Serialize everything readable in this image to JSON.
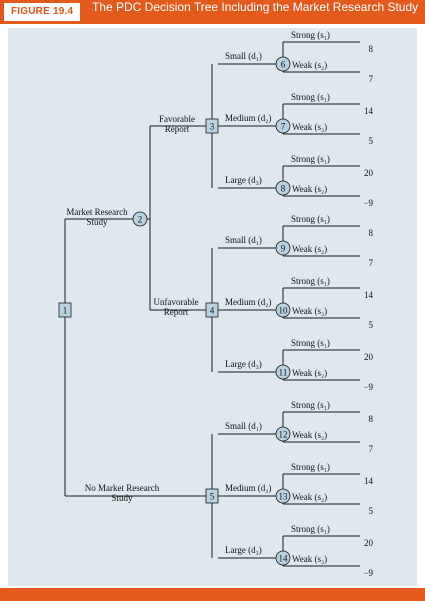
{
  "figure": {
    "label": "FIGURE 19.4",
    "title": "The PDC Decision Tree Including the Market Research Study"
  },
  "tree": {
    "root": {
      "id": "1",
      "type": "decision"
    },
    "branches": [
      {
        "label_lines": [
          "Market Research",
          "Study"
        ],
        "chance_node": "2"
      },
      {
        "label_lines": [
          "No Market Research",
          "Study"
        ],
        "decision_node": "5"
      }
    ],
    "outcomes": [
      {
        "label_lines": [
          "Favorable",
          "Report"
        ],
        "decision_node": "3"
      },
      {
        "label_lines": [
          "Unfavorable",
          "Report"
        ],
        "decision_node": "4"
      }
    ],
    "decisions": [
      {
        "node": "3",
        "alternatives": [
          {
            "label": "Small (d₁)",
            "chance_node": "6",
            "strong": {
              "label": "Strong (s₁)",
              "payoff": "8"
            },
            "weak": {
              "label": "Weak (s₂)",
              "payoff": "7"
            }
          },
          {
            "label": "Medium (d₂)",
            "chance_node": "7",
            "strong": {
              "label": "Strong (s₁)",
              "payoff": "14"
            },
            "weak": {
              "label": "Weak (s₂)",
              "payoff": "5"
            }
          },
          {
            "label": "Large (d₃)",
            "chance_node": "8",
            "strong": {
              "label": "Strong (s₁)",
              "payoff": "20"
            },
            "weak": {
              "label": "Weak (s₂)",
              "payoff": "−9"
            }
          }
        ]
      },
      {
        "node": "4",
        "alternatives": [
          {
            "label": "Small (d₁)",
            "chance_node": "9",
            "strong": {
              "label": "Strong (s₁)",
              "payoff": "8"
            },
            "weak": {
              "label": "Weak (s₂)",
              "payoff": "7"
            }
          },
          {
            "label": "Medium (d₂)",
            "chance_node": "10",
            "strong": {
              "label": "Strong (s₁)",
              "payoff": "14"
            },
            "weak": {
              "label": "Weak (s₂)",
              "payoff": "5"
            }
          },
          {
            "label": "Large (d₃)",
            "chance_node": "11",
            "strong": {
              "label": "Strong (s₁)",
              "payoff": "20"
            },
            "weak": {
              "label": "Weak (s₂)",
              "payoff": "−9"
            }
          }
        ]
      },
      {
        "node": "5",
        "alternatives": [
          {
            "label": "Small (d₁)",
            "chance_node": "12",
            "strong": {
              "label": "Strong (s₁)",
              "payoff": "8"
            },
            "weak": {
              "label": "Weak (s₂)",
              "payoff": "7"
            }
          },
          {
            "label": "Medium (d₂)",
            "chance_node": "13",
            "strong": {
              "label": "Strong (s₁)",
              "payoff": "14"
            },
            "weak": {
              "label": "Weak (s₂)",
              "payoff": "5"
            }
          },
          {
            "label": "Large (d₃)",
            "chance_node": "14",
            "strong": {
              "label": "Strong (s₁)",
              "payoff": "20"
            },
            "weak": {
              "label": "Weak (s₂)",
              "payoff": "−9"
            }
          }
        ]
      }
    ]
  },
  "colors": {
    "header": "#e25a1c",
    "panel": "#dfe8ee",
    "node_fill": "#b9d2e2",
    "line": "#1a1a1a"
  }
}
